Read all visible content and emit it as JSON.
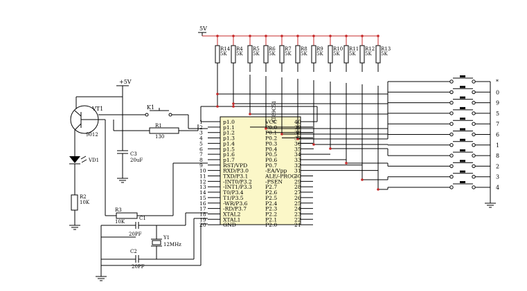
{
  "power": {
    "top_label": "5V",
    "left_label": "+5V"
  },
  "resistors_top": [
    {
      "ref": "R14",
      "val": "5K"
    },
    {
      "ref": "R4",
      "val": "5K"
    },
    {
      "ref": "R5",
      "val": "5K"
    },
    {
      "ref": "R6",
      "val": "5K"
    },
    {
      "ref": "R7",
      "val": "5K"
    },
    {
      "ref": "R8",
      "val": "5K"
    },
    {
      "ref": "R9",
      "val": "5K"
    },
    {
      "ref": "R10",
      "val": "5K"
    },
    {
      "ref": "R11",
      "val": "5K"
    },
    {
      "ref": "R12",
      "val": "5K"
    },
    {
      "ref": "R13",
      "val": "5K"
    }
  ],
  "chip": {
    "name": "AT89C51",
    "left_pins": [
      {
        "num": "1",
        "name": "p1.0"
      },
      {
        "num": "2",
        "name": "p1.1"
      },
      {
        "num": "3",
        "name": "p1.2"
      },
      {
        "num": "4",
        "name": "p1.3"
      },
      {
        "num": "5",
        "name": "p1.4"
      },
      {
        "num": "6",
        "name": "p1.5"
      },
      {
        "num": "7",
        "name": "p1.6"
      },
      {
        "num": "8",
        "name": "p1.7"
      },
      {
        "num": "9",
        "name": "RST/VPD"
      },
      {
        "num": "10",
        "name": "RXD/P3.0"
      },
      {
        "num": "11",
        "name": "TXD/P3.1"
      },
      {
        "num": "12",
        "name": "-INT0/P3.2"
      },
      {
        "num": "13",
        "name": "-INT1/P3.3"
      },
      {
        "num": "14",
        "name": "T0/P3.4"
      },
      {
        "num": "15",
        "name": "T1/P3.5"
      },
      {
        "num": "16",
        "name": "-WR/P3.6"
      },
      {
        "num": "17",
        "name": "-RD/P3.7"
      },
      {
        "num": "18",
        "name": "XTAL2"
      },
      {
        "num": "19",
        "name": "XTAL1"
      },
      {
        "num": "20",
        "name": "GND"
      }
    ],
    "right_pins": [
      {
        "num": "40",
        "name": "VCC"
      },
      {
        "num": "39",
        "name": "P0.0"
      },
      {
        "num": "38",
        "name": "P0.1"
      },
      {
        "num": "37",
        "name": "P0.2"
      },
      {
        "num": "36",
        "name": "P0.3"
      },
      {
        "num": "35",
        "name": "P0.4"
      },
      {
        "num": "34",
        "name": "P0.5"
      },
      {
        "num": "33",
        "name": "P0.6"
      },
      {
        "num": "32",
        "name": "P0.7"
      },
      {
        "num": "31",
        "name": "-EA/Vpp"
      },
      {
        "num": "30",
        "name": "ALE/-PROG"
      },
      {
        "num": "29",
        "name": "-PSEN"
      },
      {
        "num": "28",
        "name": "P2.7"
      },
      {
        "num": "27",
        "name": "P2.6"
      },
      {
        "num": "26",
        "name": "P2.5"
      },
      {
        "num": "25",
        "name": "P2.4"
      },
      {
        "num": "24",
        "name": "P2.3"
      },
      {
        "num": "23",
        "name": "P2.2"
      },
      {
        "num": "22",
        "name": "P2.1"
      },
      {
        "num": "21",
        "name": "P2.0"
      }
    ]
  },
  "keys": [
    "*",
    "0",
    "9",
    "5",
    "7",
    "6",
    "1",
    "8",
    "2",
    "3",
    "4"
  ],
  "components": {
    "vt1": {
      "ref": "VT1",
      "val": "9012"
    },
    "k1": {
      "ref": "K1"
    },
    "r1": {
      "ref": "R1",
      "val": "130"
    },
    "c3": {
      "ref": "C3",
      "val": "20uF"
    },
    "vd1": {
      "ref": "VD1"
    },
    "r2": {
      "ref": "R2",
      "val": "10K"
    },
    "r3": {
      "ref": "R3",
      "val": "10K"
    },
    "c1": {
      "ref": "C1",
      "val": "20PF"
    },
    "c2": {
      "ref": "C2",
      "val": "20PF"
    },
    "y1": {
      "ref": "Y1",
      "val": "12MHz"
    }
  }
}
